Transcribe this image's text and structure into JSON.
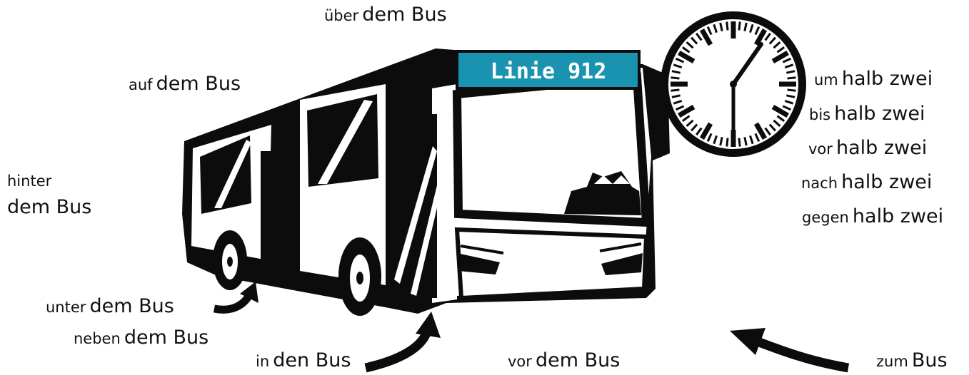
{
  "bus": {
    "route_sign": "Linie 912"
  },
  "labels": {
    "ueber": {
      "prep": "über",
      "obj": "dem Bus"
    },
    "auf": {
      "prep": "auf",
      "obj": "dem Bus"
    },
    "hinter": {
      "prep": "hinter",
      "obj": "dem Bus"
    },
    "unter": {
      "prep": "unter",
      "obj": "dem Bus"
    },
    "neben": {
      "prep": "neben",
      "obj": "dem Bus"
    },
    "in": {
      "prep": "in",
      "obj": "den Bus"
    },
    "vor": {
      "prep": "vor",
      "obj": "dem Bus"
    },
    "zum": {
      "prep": "zum",
      "obj": "Bus"
    }
  },
  "time_phrases": [
    {
      "prep": "um",
      "obj": "halb zwei"
    },
    {
      "prep": "bis",
      "obj": "halb zwei"
    },
    {
      "prep": "vor",
      "obj": "halb zwei"
    },
    {
      "prep": "nach",
      "obj": "halb zwei"
    },
    {
      "prep": "gegen",
      "obj": "halb zwei"
    }
  ],
  "colors": {
    "sign_bg": "#1a93b0",
    "ink": "#111111"
  }
}
